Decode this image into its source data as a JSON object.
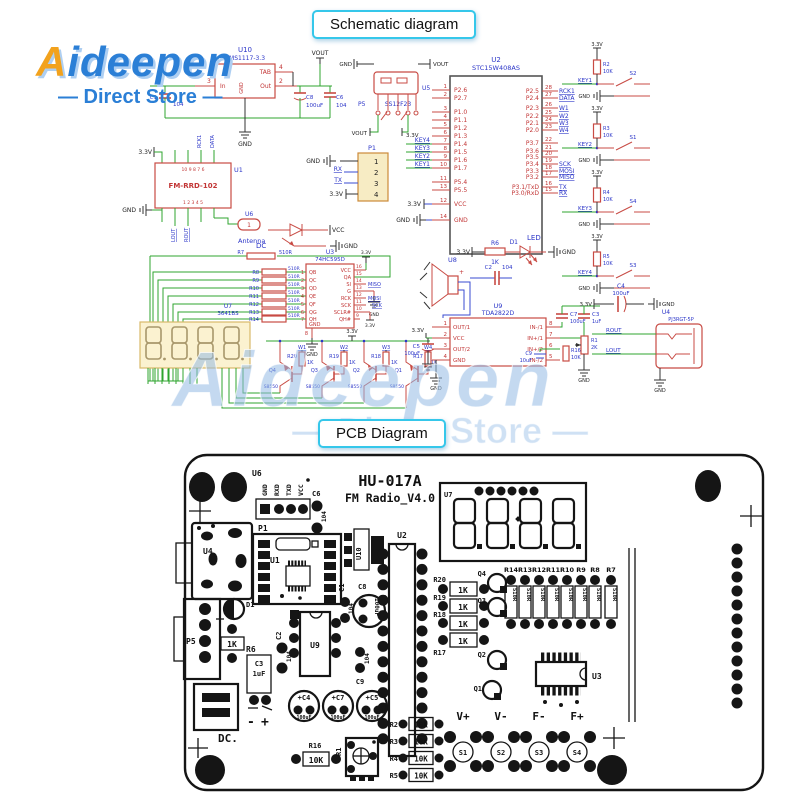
{
  "header": {
    "schematic_label": "Schematic diagram",
    "pcb_label": "PCB Diagram"
  },
  "logo": {
    "brand_first": "A",
    "brand_rest": "ideepen",
    "subtitle": "— Direct Store —"
  },
  "watermark": {
    "brand": "Aideepen",
    "subtitle": "— Direct Store —"
  },
  "labels": {
    "gnd": "GND",
    "v33": "3.3V",
    "vout": "VOUT",
    "vcc": "VCC",
    "r510": "510R",
    "r10k": "10K",
    "r1k": "1K",
    "r2k": "2K",
    "c104": "104",
    "c100": "100uF",
    "c1u": "1uF",
    "c10u": "10uF",
    "plus": "+",
    "minus": "-"
  },
  "colors": {
    "accent_cyan": "#35c7ea",
    "logo_blue": "#2b7fd6",
    "logo_orange": "#f2a21d",
    "wire_green": "#2fa42f",
    "wire_red": "#c84b44",
    "label_blue": "#2b35c8"
  },
  "schematic": {
    "u10": {
      "ref": "U10",
      "part": "AMS1117-3.3",
      "p_in": "In",
      "p_gnd": "GND",
      "p_tab": "TAB",
      "p_out": "Out",
      "n2": "2",
      "n3": "3",
      "n4": "4",
      "c1": "C1",
      "c8": "C8",
      "c6": "C6"
    },
    "u5": {
      "ref": "U5",
      "part": "SS12F23",
      "conn": "P5"
    },
    "u2": {
      "ref": "U2",
      "part": "STC15W408AS",
      "ln": [
        "1",
        "2",
        "3",
        "4",
        "5",
        "6",
        "7",
        "8",
        "9",
        "10",
        "11",
        "13",
        "12",
        "14"
      ],
      "lp": [
        "P2.6",
        "P2.7",
        "P1.0",
        "P1.1",
        "P1.2",
        "P1.3",
        "P1.4",
        "P1.5",
        "P1.6",
        "P1.7",
        "P5.4",
        "P5.5",
        "VCC",
        "GND"
      ],
      "rn": [
        "28",
        "27",
        "26",
        "25",
        "24",
        "23",
        "22",
        "21",
        "20",
        "19",
        "18",
        "17",
        "16",
        "15"
      ],
      "rp": [
        "P2.5",
        "P2.4",
        "P2.3",
        "P2.2",
        "P2.1",
        "P2.0",
        "P3.7",
        "P3.6",
        "P3.5",
        "P3.4",
        "P3.3",
        "P3.2",
        "P3.1/TxD",
        "P3.0/RxD"
      ],
      "sig": [
        "RCK1",
        "DATA",
        "W1",
        "W2",
        "W3",
        "W4",
        "SCK",
        "MOSI",
        "MISO",
        "TX",
        "RX"
      ],
      "keys": [
        "KEY4",
        "KEY3",
        "KEY2",
        "KEY1"
      ]
    },
    "u1": {
      "ref": "U1",
      "part": "FM-RRD-102",
      "top_nums": "10 9 8 7 6",
      "bot_nums": "1 2 3 4 5",
      "rck": "RCK1",
      "data": "DATA",
      "lout": "LOUT",
      "rout": "ROUT",
      "u6": "U6",
      "ant_pin": "1",
      "antenna": "Antenna"
    },
    "p1": {
      "ref": "P1",
      "pins": [
        "1",
        "2",
        "3",
        "4"
      ],
      "rx": "RX",
      "tx": "TX"
    },
    "dc": {
      "label": "DC"
    },
    "led": {
      "ref": "D1",
      "name": "LED",
      "r": "R6"
    },
    "u8": {
      "ref": "U8"
    },
    "c2": {
      "ref": "C2"
    },
    "r7": {
      "ref": "R7"
    },
    "rs": [
      "R8",
      "R9",
      "R10",
      "R11",
      "R12",
      "R13",
      "R14"
    ],
    "u3": {
      "ref": "U3",
      "part": "74HC595D",
      "ln": [
        "1",
        "2",
        "3",
        "4",
        "5",
        "6",
        "7"
      ],
      "lp": [
        "QB",
        "QC",
        "QD",
        "QE",
        "QF",
        "QG",
        "QH"
      ],
      "n8": "8",
      "p8": "GND",
      "rp": [
        "VCC",
        "QA",
        "SI",
        "G",
        "RCK",
        "SCK",
        "SCLR#",
        "QH#"
      ],
      "rn": [
        "16",
        "15",
        "14",
        "13",
        "12",
        "11",
        "10",
        "9"
      ],
      "s14": "MISO",
      "s12": "MOSI",
      "s11": "SCK"
    },
    "u7": {
      "ref": "U7",
      "part": "3641BS"
    },
    "drv": {
      "w": [
        "W1",
        "W2",
        "W3",
        "W4"
      ],
      "r": [
        "R20",
        "R19",
        "R18",
        "R17"
      ],
      "q": [
        "Q4",
        "Q3",
        "Q2",
        "Q1"
      ],
      "part": "S8550"
    },
    "u9": {
      "ref": "U9",
      "part": "TDA2822D",
      "ln": [
        "1",
        "2",
        "3",
        "4"
      ],
      "lp": [
        "OUT/1",
        "VCC",
        "OUT/2",
        "GND"
      ],
      "rp": [
        "IN-/1",
        "IN+/1",
        "IN+/2",
        "IN-/2"
      ],
      "rn": [
        "8",
        "7",
        "6",
        "5"
      ]
    },
    "c5": "C5",
    "c7": "C7",
    "c3": "C3",
    "c9": "C9",
    "c4": "C4",
    "r16": "R16",
    "r1": "R1",
    "u4": {
      "ref": "U4",
      "part": "PJ3RGT-5P",
      "rout": "ROUT",
      "lout": "LOUT"
    },
    "keys": [
      {
        "r": "R2",
        "s": "S2",
        "k": "KEY1"
      },
      {
        "r": "R3",
        "s": "S1",
        "k": "KEY2"
      },
      {
        "r": "R4",
        "s": "S4",
        "k": "KEY3"
      },
      {
        "r": "R5",
        "s": "S3",
        "k": "KEY4"
      }
    ]
  },
  "pcb": {
    "title1": "HU-017A",
    "title2": "FM Radio_V4.0",
    "u6": "U6",
    "p1": "P1",
    "p1_pins": [
      "GND",
      "RXD",
      "TXD",
      "VCC"
    ],
    "c6": "C6",
    "u7": "U7",
    "u4": "U4",
    "u1": "U1",
    "u10": "U10",
    "u2": "U2",
    "u9": "U9",
    "u3": "U3",
    "p5": "P5",
    "d1": "D1",
    "r6": "R6",
    "c1": "C1",
    "c2": "C2",
    "c3": "C3",
    "c8": "C8",
    "c9": "C9",
    "dc": "DC.",
    "r1k": [
      "R20",
      "R19",
      "R18",
      "R17"
    ],
    "q": [
      "Q4",
      "Q3",
      "Q2",
      "Q1"
    ],
    "r510": [
      "R14",
      "R13",
      "R12",
      "R11",
      "R10",
      "R9",
      "R8",
      "R7"
    ],
    "caps": [
      "+C4",
      "+C7",
      "+C5"
    ],
    "r16": "R16",
    "r1": "R1",
    "r10k": [
      "R2",
      "R3",
      "R4",
      "R5"
    ],
    "btns": [
      "V+",
      "V-",
      "F-",
      "F+"
    ],
    "sw": [
      "S1",
      "S2",
      "S3",
      "S4"
    ]
  }
}
